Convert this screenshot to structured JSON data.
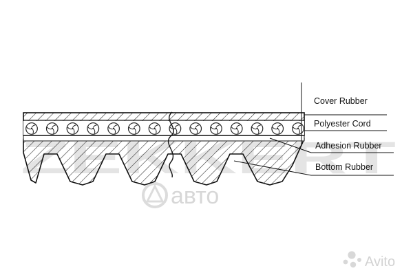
{
  "diagram": {
    "layers": [
      {
        "id": "cover",
        "label": "Cover Rubber"
      },
      {
        "id": "cord",
        "label": "Polyester Cord"
      },
      {
        "id": "adhesion",
        "label": "Adhesion Rubber"
      },
      {
        "id": "bottom",
        "label": "Bottom Rubber"
      }
    ],
    "rib_count": 5,
    "cord_count": 14
  },
  "watermarks": {
    "brand_mark": "ZEKKERT",
    "shop_word": "авто",
    "site_name": "Avito"
  },
  "colors": {
    "line": "#111111",
    "watermark": "#e0e0e0"
  }
}
